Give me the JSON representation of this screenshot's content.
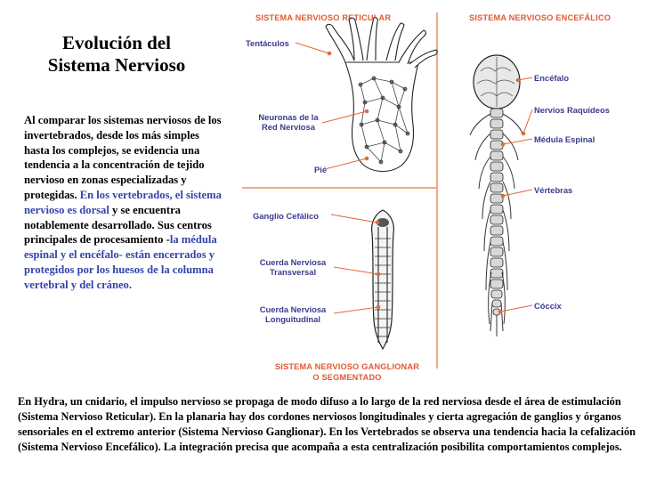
{
  "title": {
    "line1": "Evolución del",
    "line2": "Sistema Nervioso"
  },
  "intro": {
    "part1": "Al comparar los sistemas nerviosos de los invertebrados, desde los más simples hasta los complejos, se evidencia una tendencia a la concentración de tejido nervioso en zonas especializadas y protegidas.",
    "part2_blue": "En los vertebrados, el sistema nervioso es dorsal",
    "part3": "y se encuentra notablemente desarrollado. Sus centros principales de procesamiento -",
    "part4_blue": "la médula espinal y el encéfalo- están encerrados y protegidos por los huesos de la columna vertebral y del cráneo."
  },
  "sections": {
    "reticular": "SISTEMA NERVIOSO RETICULAR",
    "encefalico": "SISTEMA NERVIOSO ENCEFÁLICO",
    "ganglionar_line1": "SISTEMA NERVIOSO GANGLIONAR",
    "ganglionar_line2": "O SEGMENTADO"
  },
  "labels": {
    "tentaculos": "Tentáculos",
    "neuronas_line1": "Neuronas de la",
    "neuronas_line2": "Red Nerviosa",
    "pie": "Pié",
    "ganglio": "Ganglio Cefálico",
    "cuerda_t_line1": "Cuerda Nerviosa",
    "cuerda_t_line2": "Transversal",
    "cuerda_l_line1": "Cuerda Nerviosa",
    "cuerda_l_line2": "Longuitudinal",
    "encefalo": "Encéfalo",
    "nervios": "Nervios Raquídeos",
    "medula": "Médula Espinal",
    "vertebras": "Vértebras",
    "coccix": "Cóccix"
  },
  "footer": {
    "text": "En Hydra, un cnidario, el impulso nervioso se propaga de modo difuso a lo largo de la red nerviosa desde el área de estimulación (Sistema Nervioso Reticular). En la planaria hay dos cordones nerviosos longitudinales y cierta agregación de ganglios y órganos sensoriales en el extremo anterior (Sistema Nervioso Ganglionar). En los Vertebrados se observa una tendencia hacia la cefalización (Sistema Nervioso Encefálico). La integración precisa que acompaña a esta centralización posibilita comportamientos complejos."
  },
  "colors": {
    "section_heading": "#e05a32",
    "label": "#3b3b8f",
    "blue_text": "#3344aa",
    "divider": "#f0aa80",
    "pointer": "#e06a3a"
  }
}
